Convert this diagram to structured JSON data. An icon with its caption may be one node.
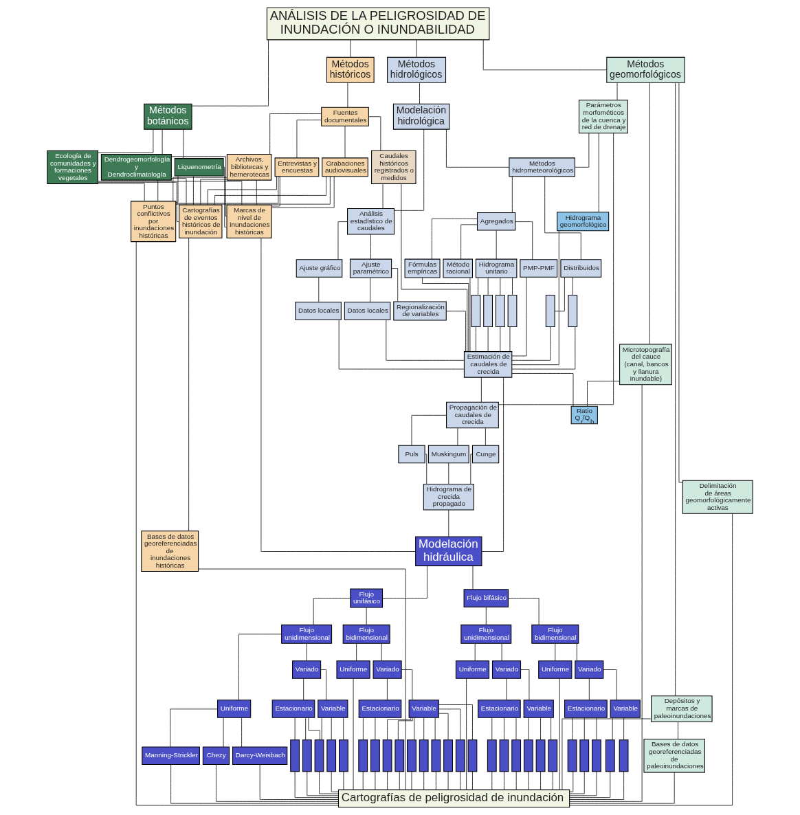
{
  "diagram": {
    "nodes": [
      {
        "text": [
          "ANÁLISIS DE LA PELIGROSIDAD DE INUNDACIÓN O INUNDABILIDAD"
        ]
      },
      {
        "text": [
          "Métodos botánicos"
        ]
      },
      {
        "text": [
          "Métodos históricos"
        ]
      },
      {
        "text": [
          "Métodos hidrológicos"
        ]
      },
      {
        "text": [
          "Métodos geomorfológicos"
        ]
      },
      {
        "text": [
          "Ecología de comunidades y formaciones vegetales"
        ]
      },
      {
        "text": [
          "Dendrogeomorfología y Dendroclimatología"
        ]
      },
      {
        "text": [
          "Liquenometría"
        ]
      },
      {
        "text": [
          "Fuentes documentales"
        ]
      },
      {
        "text": [
          "Archivos, bibliotecas y hemerotecas"
        ]
      },
      {
        "text": [
          "Entrevistas y encuestas"
        ]
      },
      {
        "text": [
          "Grabaciones audiovisuales"
        ]
      },
      {
        "text": [
          "Caudales históricos registrados o medidos"
        ]
      },
      {
        "text": [
          "Modelación hidrológica"
        ]
      },
      {
        "text": [
          "Parámetros morfométicos de la cuenca y red de drenaje"
        ]
      },
      {
        "text": [
          "Microtopografía del cauce (canal, bancos y llanura inundable)"
        ]
      },
      {
        "text": [
          "Depósitos y marcas de paleoinundaciones"
        ]
      },
      {
        "text": [
          "Delimitación de áreas geomorfológicamente activas"
        ]
      },
      {
        "text": [
          "Puntos conflictivos por inundaciones históricas"
        ]
      },
      {
        "text": [
          "Cartografías de eventos históricos de inundación"
        ]
      },
      {
        "text": [
          "Marcas de nivel de inundaciones históricas"
        ]
      },
      {
        "text": [
          "Bases de datos georeferenciadas de inundaciones históricas"
        ]
      },
      {
        "text": [
          "Análisis estadístico de caudales"
        ]
      },
      {
        "text": [
          "Métodos hidrometeorológicos"
        ]
      },
      {
        "text": [
          "Ajuste gráfico"
        ]
      },
      {
        "text": [
          "Ajuste paramétrico"
        ]
      },
      {
        "text": [
          "Agregados"
        ]
      },
      {
        "text": [
          "Distribuidos"
        ]
      },
      {
        "text": [
          "Datos locales"
        ]
      },
      {
        "text": [
          "Datos locales"
        ]
      },
      {
        "text": [
          "Regionalización de variables"
        ]
      },
      {
        "text": [
          "Fórmulas empíricas"
        ]
      },
      {
        "text": [
          "Método racional"
        ]
      },
      {
        "text": [
          "Hidrograma unitario"
        ]
      },
      {
        "text": [
          "PMP-PMF"
        ]
      },
      {
        "text": [],
        "shape": "box"
      },
      {
        "text": [],
        "shape": "box"
      },
      {
        "text": [],
        "shape": "box"
      },
      {
        "text": [],
        "shape": "box"
      },
      {
        "text": [],
        "shape": "box"
      },
      {
        "text": [],
        "shape": "box"
      },
      {
        "text": [
          "Hidrograma geomorfológico"
        ]
      },
      {
        "text": [
          "Ratio Q$_{r}$/Q$_{b}$"
        ]
      },
      {
        "text": [
          "Bases de datos georeferenciadas de paleoinundaciones"
        ]
      },
      {
        "text": [
          "Estimación de caudales de crecida"
        ]
      },
      {
        "text": [
          "Propagación de caudales de crecida"
        ]
      },
      {
        "text": [
          "Puls"
        ]
      },
      {
        "text": [
          "Muskingum"
        ]
      },
      {
        "text": [
          "Cunge"
        ]
      },
      {
        "text": [
          "Hidrograma de crecida propagado"
        ]
      },
      {
        "text": [
          "Modelación hidráulica"
        ]
      },
      {
        "text": [
          "Flujo unifásico"
        ]
      },
      {
        "text": [
          "Flujo bifásico"
        ]
      },
      {
        "text": [
          "Flujo unidimensional"
        ]
      },
      {
        "text": [
          "Flujo bidimensional"
        ]
      },
      {
        "text": [
          "Flujo unidimensional"
        ]
      },
      {
        "text": [
          "Flujo bidimensional"
        ]
      },
      {
        "text": [
          "Uniforme"
        ]
      },
      {
        "text": [
          "Variado"
        ]
      },
      {
        "text": [
          "Uniforme"
        ]
      },
      {
        "text": [
          "Variado"
        ]
      },
      {
        "text": [
          "Uniforme"
        ]
      },
      {
        "text": [
          "Variado"
        ]
      },
      {
        "text": [
          "Uniforme"
        ]
      },
      {
        "text": [
          "Variado"
        ]
      },
      {
        "text": [
          "Manning-Strickler"
        ]
      },
      {
        "text": [
          "Chezy"
        ]
      },
      {
        "text": [
          "Darcy-Weisbach"
        ]
      },
      {
        "text": [
          "Estacionario"
        ]
      },
      {
        "text": [
          "Variable"
        ]
      },
      {
        "text": [],
        "shape": "box"
      },
      {
        "text": [],
        "shape": "box"
      },
      {
        "text": [],
        "shape": "box"
      },
      {
        "text": [],
        "shape": "box"
      },
      {
        "text": [],
        "shape": "box"
      },
      {
        "text": [
          "Estacionario"
        ]
      },
      {
        "text": [
          "Variable"
        ]
      },
      {
        "text": [],
        "shape": "box"
      },
      {
        "text": [],
        "shape": "box"
      },
      {
        "text": [],
        "shape": "box"
      },
      {
        "text": [],
        "shape": "box"
      },
      {
        "text": [],
        "shape": "box"
      },
      {
        "text": [],
        "shape": "box"
      },
      {
        "text": [],
        "shape": "box"
      },
      {
        "text": [],
        "shape": "box"
      },
      {
        "text": [],
        "shape": "box"
      },
      {
        "text": [],
        "shape": "box"
      },
      {
        "text": [
          "Estacionario"
        ]
      },
      {
        "text": [
          "Variable"
        ]
      },
      {
        "text": [],
        "shape": "box"
      },
      {
        "text": [],
        "shape": "box"
      },
      {
        "text": [],
        "shape": "box"
      },
      {
        "text": [],
        "shape": "box"
      },
      {
        "text": [],
        "shape": "box"
      },
      {
        "text": [],
        "shape": "box"
      },
      {
        "text": [
          "Estacionario"
        ]
      },
      {
        "text": [
          "Variable"
        ]
      },
      {
        "text": [],
        "shape": "box"
      },
      {
        "text": [],
        "shape": "box"
      },
      {
        "text": [],
        "shape": "box"
      },
      {
        "text": [],
        "shape": "box"
      },
      {
        "text": [],
        "shape": "box"
      },
      {
        "text": [
          "Cartografías de peligrosidad de inundación"
        ]
      }
    ],
    "edges": [
      {
        "from": 0,
        "to": 1,
        "arrow": "none"
      },
      {
        "from": 0,
        "to": 2,
        "arrow": "none"
      },
      {
        "from": 0,
        "to": 3,
        "arrow": "none"
      },
      {
        "from": 0,
        "to": 4,
        "arrow": "none"
      },
      {
        "from": 1,
        "to": 5,
        "arrow": "none"
      },
      {
        "from": 1,
        "to": 6,
        "arrow": "none"
      },
      {
        "from": 1,
        "to": 7,
        "arrow": "none"
      },
      {
        "from": 2,
        "to": 8,
        "arrow": "none"
      },
      {
        "from": 8,
        "to": 9,
        "arrow": "none"
      },
      {
        "from": 8,
        "to": 10,
        "arrow": "none"
      },
      {
        "from": 8,
        "to": 11,
        "arrow": "none"
      },
      {
        "from": 8,
        "to": 12,
        "arrow": "none"
      },
      {
        "from": 3,
        "to": 13,
        "arrow": "none"
      },
      {
        "from": 4,
        "to": 14,
        "arrow": "none"
      },
      {
        "from": 4,
        "to": 15,
        "arrow": "none"
      },
      {
        "from": 4,
        "to": 16,
        "arrow": "none"
      },
      {
        "from": 4,
        "to": 17,
        "arrow": "none"
      },
      {
        "from": 5,
        "to": 18,
        "arrow": "none"
      },
      {
        "from": 5,
        "to": 19,
        "arrow": "none"
      },
      {
        "from": 5,
        "to": 20,
        "arrow": "none"
      },
      {
        "from": 6,
        "to": 18,
        "arrow": "none"
      },
      {
        "from": 6,
        "to": 19,
        "arrow": "none"
      },
      {
        "from": 6,
        "to": 20,
        "arrow": "none"
      },
      {
        "from": 7,
        "to": 18,
        "arrow": "none"
      },
      {
        "from": 7,
        "to": 19,
        "arrow": "none"
      },
      {
        "from": 7,
        "to": 20,
        "arrow": "none"
      },
      {
        "from": 9,
        "to": 18,
        "arrow": "none"
      },
      {
        "from": 9,
        "to": 19,
        "arrow": "none"
      },
      {
        "from": 9,
        "to": 20,
        "arrow": "none"
      },
      {
        "from": 10,
        "to": 18,
        "arrow": "none"
      },
      {
        "from": 10,
        "to": 19,
        "arrow": "none"
      },
      {
        "from": 10,
        "to": 20,
        "arrow": "none"
      },
      {
        "from": 11,
        "to": 18,
        "arrow": "none"
      },
      {
        "from": 11,
        "to": 19,
        "arrow": "none"
      },
      {
        "from": 11,
        "to": 20,
        "arrow": "none"
      },
      {
        "from": 19,
        "to": 21,
        "arrow": "none"
      },
      {
        "from": 20,
        "to": 50,
        "arrow": "none"
      },
      {
        "from": 18,
        "to": 102,
        "arrow": "none"
      },
      {
        "from": 12,
        "to": 22,
        "arrow": "none"
      },
      {
        "from": 12,
        "to": 44,
        "arrow": "none"
      },
      {
        "from": 13,
        "to": 22,
        "arrow": "none"
      },
      {
        "from": 13,
        "to": 23,
        "arrow": "none"
      },
      {
        "from": 22,
        "to": 24,
        "arrow": "none"
      },
      {
        "from": 22,
        "to": 25,
        "arrow": "none"
      },
      {
        "from": 24,
        "to": 28,
        "arrow": "none"
      },
      {
        "from": 25,
        "to": 29,
        "arrow": "none"
      },
      {
        "from": 25,
        "to": 30,
        "arrow": "none"
      },
      {
        "from": 28,
        "to": 44,
        "arrow": "none"
      },
      {
        "from": 29,
        "to": 44,
        "arrow": "none"
      },
      {
        "from": 30,
        "to": 44,
        "arrow": "none"
      },
      {
        "from": 23,
        "to": 26,
        "arrow": "none"
      },
      {
        "from": 23,
        "to": 27,
        "arrow": "none"
      },
      {
        "from": 26,
        "to": 31,
        "arrow": "none"
      },
      {
        "from": 26,
        "to": 32,
        "arrow": "none"
      },
      {
        "from": 26,
        "to": 33,
        "arrow": "none"
      },
      {
        "from": 26,
        "to": 34,
        "arrow": "none"
      },
      {
        "from": 33,
        "to": 35,
        "arrow": "none"
      },
      {
        "from": 33,
        "to": 36,
        "arrow": "none"
      },
      {
        "from": 33,
        "to": 37,
        "arrow": "none"
      },
      {
        "from": 33,
        "to": 38,
        "arrow": "none"
      },
      {
        "from": 27,
        "to": 39,
        "arrow": "none"
      },
      {
        "from": 27,
        "to": 40,
        "arrow": "none"
      },
      {
        "from": 31,
        "to": 44,
        "arrow": "none"
      },
      {
        "from": 32,
        "to": 44,
        "arrow": "none"
      },
      {
        "from": 35,
        "to": 44,
        "arrow": "none"
      },
      {
        "from": 36,
        "to": 44,
        "arrow": "none"
      },
      {
        "from": 37,
        "to": 44,
        "arrow": "none"
      },
      {
        "from": 38,
        "to": 44,
        "arrow": "none"
      },
      {
        "from": 34,
        "to": 44,
        "arrow": "none"
      },
      {
        "from": 39,
        "to": 44,
        "arrow": "none"
      },
      {
        "from": 40,
        "to": 44,
        "arrow": "none"
      },
      {
        "from": 14,
        "to": 23,
        "arrow": "none"
      },
      {
        "from": 14,
        "to": 41,
        "arrow": "none"
      },
      {
        "from": 41,
        "to": 44,
        "arrow": "none"
      },
      {
        "from": 14,
        "to": 45,
        "arrow": "none"
      },
      {
        "from": 15,
        "to": 42,
        "arrow": "none"
      },
      {
        "from": 44,
        "to": 42,
        "arrow": "none"
      },
      {
        "from": 16,
        "to": 43,
        "arrow": "none"
      },
      {
        "from": 15,
        "to": 102,
        "arrow": "none"
      },
      {
        "from": 16,
        "to": 102,
        "arrow": "none"
      },
      {
        "from": 17,
        "to": 102,
        "arrow": "none"
      },
      {
        "from": 43,
        "to": 102,
        "arrow": "none"
      },
      {
        "from": 21,
        "to": 102,
        "arrow": "none"
      },
      {
        "from": 44,
        "to": 45,
        "arrow": "none"
      },
      {
        "from": 45,
        "to": 46,
        "arrow": "none"
      },
      {
        "from": 45,
        "to": 47,
        "arrow": "none"
      },
      {
        "from": 45,
        "to": 48,
        "arrow": "none"
      },
      {
        "from": 46,
        "to": 49,
        "arrow": "none"
      },
      {
        "from": 47,
        "to": 49,
        "arrow": "none"
      },
      {
        "from": 48,
        "to": 49,
        "arrow": "none"
      },
      {
        "from": 44,
        "to": 50,
        "arrow": "none"
      },
      {
        "from": 49,
        "to": 50,
        "arrow": "none"
      },
      {
        "from": 50,
        "to": 51,
        "arrow": "none"
      },
      {
        "from": 50,
        "to": 52,
        "arrow": "none"
      },
      {
        "from": 51,
        "to": 53,
        "arrow": "none"
      },
      {
        "from": 51,
        "to": 54,
        "arrow": "none"
      },
      {
        "from": 52,
        "to": 55,
        "arrow": "none"
      },
      {
        "from": 52,
        "to": 56,
        "arrow": "none"
      },
      {
        "from": 53,
        "to": 57,
        "arrow": "none"
      },
      {
        "from": 53,
        "to": 58,
        "arrow": "none"
      },
      {
        "from": 54,
        "to": 59,
        "arrow": "none"
      },
      {
        "from": 54,
        "to": 60,
        "arrow": "none"
      },
      {
        "from": 55,
        "to": 61,
        "arrow": "none"
      },
      {
        "from": 55,
        "to": 62,
        "arrow": "none"
      },
      {
        "from": 56,
        "to": 63,
        "arrow": "none"
      },
      {
        "from": 56,
        "to": 64,
        "arrow": "none"
      },
      {
        "from": 57,
        "to": 65,
        "arrow": "none"
      },
      {
        "from": 57,
        "to": 66,
        "arrow": "none"
      },
      {
        "from": 57,
        "to": 67,
        "arrow": "none"
      },
      {
        "from": 58,
        "to": 68,
        "arrow": "none"
      },
      {
        "from": 58,
        "to": 69,
        "arrow": "none"
      },
      {
        "from": 68,
        "to": 70,
        "arrow": "none"
      },
      {
        "from": 68,
        "to": 71,
        "arrow": "none"
      },
      {
        "from": 68,
        "to": 72,
        "arrow": "none"
      },
      {
        "from": 69,
        "to": 72,
        "arrow": "none"
      },
      {
        "from": 69,
        "to": 73,
        "arrow": "none"
      },
      {
        "from": 69,
        "to": 74,
        "arrow": "none"
      },
      {
        "from": 60,
        "to": 75,
        "arrow": "none"
      },
      {
        "from": 60,
        "to": 76,
        "arrow": "none"
      },
      {
        "from": 75,
        "to": 77,
        "arrow": "none"
      },
      {
        "from": 75,
        "to": 78,
        "arrow": "none"
      },
      {
        "from": 76,
        "to": 79,
        "arrow": "none"
      },
      {
        "from": 76,
        "to": 80,
        "arrow": "none"
      },
      {
        "from": 76,
        "to": 81,
        "arrow": "none"
      },
      {
        "from": 76,
        "to": 82,
        "arrow": "none"
      },
      {
        "from": 76,
        "to": 83,
        "arrow": "none"
      },
      {
        "from": 76,
        "to": 84,
        "arrow": "none"
      },
      {
        "from": 76,
        "to": 85,
        "arrow": "none"
      },
      {
        "from": 76,
        "to": 86,
        "arrow": "none"
      },
      {
        "from": 62,
        "to": 87,
        "arrow": "none"
      },
      {
        "from": 62,
        "to": 88,
        "arrow": "none"
      },
      {
        "from": 87,
        "to": 89,
        "arrow": "none"
      },
      {
        "from": 87,
        "to": 90,
        "arrow": "none"
      },
      {
        "from": 87,
        "to": 91,
        "arrow": "none"
      },
      {
        "from": 88,
        "to": 92,
        "arrow": "none"
      },
      {
        "from": 88,
        "to": 93,
        "arrow": "none"
      },
      {
        "from": 88,
        "to": 94,
        "arrow": "none"
      },
      {
        "from": 64,
        "to": 95,
        "arrow": "none"
      },
      {
        "from": 64,
        "to": 96,
        "arrow": "none"
      },
      {
        "from": 95,
        "to": 97,
        "arrow": "none"
      },
      {
        "from": 95,
        "to": 98,
        "arrow": "none"
      },
      {
        "from": 95,
        "to": 99,
        "arrow": "none"
      },
      {
        "from": 96,
        "to": 100,
        "arrow": "none"
      },
      {
        "from": 96,
        "to": 101,
        "arrow": "none"
      },
      {
        "from": 65,
        "to": 102,
        "arrow": "none"
      },
      {
        "from": 66,
        "to": 102,
        "arrow": "none"
      },
      {
        "from": 67,
        "to": 102,
        "arrow": "none"
      },
      {
        "from": 70,
        "to": 102,
        "arrow": "none"
      },
      {
        "from": 71,
        "to": 102,
        "arrow": "none"
      },
      {
        "from": 72,
        "to": 102,
        "arrow": "none"
      },
      {
        "from": 73,
        "to": 102,
        "arrow": "none"
      },
      {
        "from": 74,
        "to": 102,
        "arrow": "none"
      },
      {
        "from": 59,
        "to": 102,
        "arrow": "none"
      },
      {
        "from": 77,
        "to": 102,
        "arrow": "none"
      },
      {
        "from": 78,
        "to": 102,
        "arrow": "none"
      },
      {
        "from": 79,
        "to": 102,
        "arrow": "none"
      },
      {
        "from": 80,
        "to": 102,
        "arrow": "none"
      },
      {
        "from": 81,
        "to": 102,
        "arrow": "none"
      },
      {
        "from": 82,
        "to": 102,
        "arrow": "none"
      },
      {
        "from": 83,
        "to": 102,
        "arrow": "none"
      },
      {
        "from": 84,
        "to": 102,
        "arrow": "none"
      },
      {
        "from": 85,
        "to": 102,
        "arrow": "none"
      },
      {
        "from": 86,
        "to": 102,
        "arrow": "none"
      },
      {
        "from": 61,
        "to": 102,
        "arrow": "none"
      },
      {
        "from": 89,
        "to": 102,
        "arrow": "none"
      },
      {
        "from": 90,
        "to": 102,
        "arrow": "none"
      },
      {
        "from": 91,
        "to": 102,
        "arrow": "none"
      },
      {
        "from": 92,
        "to": 102,
        "arrow": "none"
      },
      {
        "from": 93,
        "to": 102,
        "arrow": "none"
      },
      {
        "from": 94,
        "to": 102,
        "arrow": "none"
      },
      {
        "from": 63,
        "to": 102,
        "arrow": "none"
      },
      {
        "from": 97,
        "to": 102,
        "arrow": "none"
      },
      {
        "from": 98,
        "to": 102,
        "arrow": "none"
      },
      {
        "from": 99,
        "to": 102,
        "arrow": "none"
      },
      {
        "from": 100,
        "to": 102,
        "arrow": "none"
      },
      {
        "from": 101,
        "to": 102,
        "arrow": "none"
      }
    ]
  }
}
